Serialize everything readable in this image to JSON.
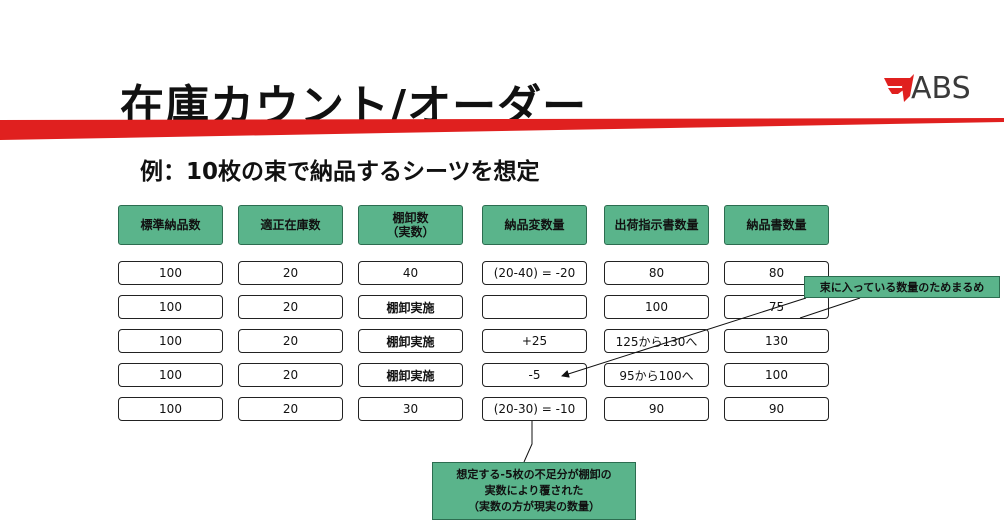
{
  "slide": {
    "title": "在庫カウント/オーダー",
    "subtitle": "例：10枚の束で納品するシーツを想定",
    "logo_text": "ABS",
    "colors": {
      "accent_red": "#e0201f",
      "header_green": "#5ab48b"
    }
  },
  "table": {
    "headers": [
      "標準納品数",
      "適正在庫数",
      "棚卸数\n（実数）",
      "納品変数量",
      "出荷指示書数量",
      "納品書数量"
    ],
    "rows": [
      [
        "100",
        "20",
        "40",
        "(20-40) = -20",
        "80",
        "80"
      ],
      [
        "100",
        "20",
        "棚卸実施",
        "",
        "100",
        "75"
      ],
      [
        "100",
        "20",
        "棚卸実施",
        "+25",
        "125から130へ",
        "130"
      ],
      [
        "100",
        "20",
        "棚卸実施",
        "-5",
        "95から100へ",
        "100"
      ],
      [
        "100",
        "20",
        "30",
        "(20-30) = -10",
        "90",
        "90"
      ]
    ]
  },
  "callouts": {
    "right": "束に入っている数量のためまるめ",
    "bottom_lines": [
      "想定する-5枚の不足分が棚卸の",
      "実数により覆された",
      "（実数の方が現実の数量）"
    ]
  }
}
